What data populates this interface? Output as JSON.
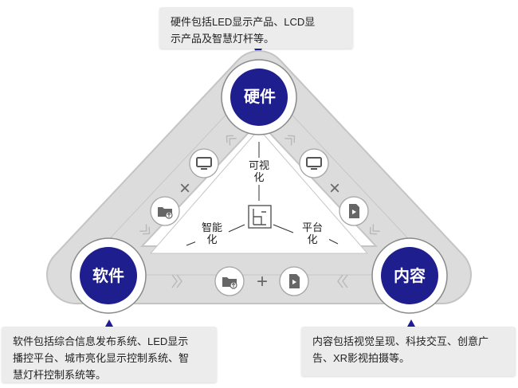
{
  "callouts": {
    "hardware_line1": "硬件包括LED显示产品、LCD显",
    "hardware_line2": "示产品及智慧灯杆等。",
    "software_line1": "软件包括综合信息发布系统、LED显示",
    "software_line2": "播控平台、城市亮化显示控制系统、智",
    "software_line3": "慧灯杆控制系统等。",
    "content_line1": "内容包括视觉呈现、科技交互、创意广",
    "content_line2": "告、XR影视拍摄等。"
  },
  "nodes": {
    "hardware": "硬件",
    "software": "软件",
    "content": "内容"
  },
  "center": {
    "visual_1": "可视",
    "visual_2": "化",
    "intelligent_1": "智能",
    "intelligent_2": "化",
    "platform_1": "平台",
    "platform_2": "化"
  },
  "symbols": {
    "plus": "+",
    "cross": "×"
  },
  "colors": {
    "node_fill": "#1e1e8f",
    "band_fill": "#dcdcdc",
    "band_stroke": "#c4c4c4",
    "callout_bg": "#ececec"
  },
  "icons": [
    "monitor-icon",
    "folder-upload-icon",
    "video-file-icon",
    "layout-icon",
    "chevron-right-icon",
    "chevron-left-icon"
  ]
}
